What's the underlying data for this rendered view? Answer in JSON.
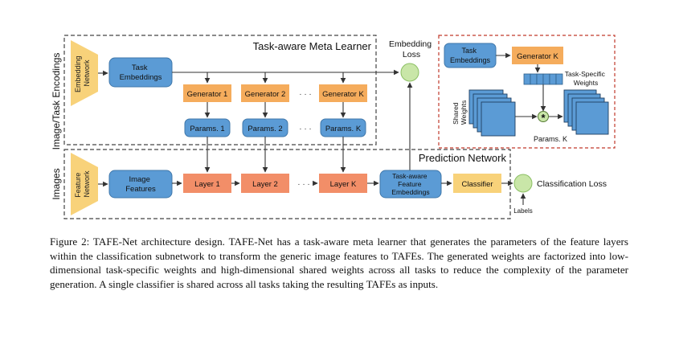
{
  "figure": {
    "meta_learner_title": "Task-aware Meta Learner",
    "prediction_title": "Prediction Network",
    "side_label_top": "Image/Task Encodings",
    "side_label_bottom": "Images",
    "embedding_network": [
      "Embedding",
      "Network"
    ],
    "feature_network": [
      "Feature",
      "Network"
    ],
    "task_embeddings": [
      "Task",
      "Embeddings"
    ],
    "image_features": [
      "Image",
      "Features"
    ],
    "generators": [
      "Generator 1",
      "Generator 2",
      "Generator K"
    ],
    "params": [
      "Params. 1",
      "Params. 2",
      "Params. K"
    ],
    "layers": [
      "Layer 1",
      "Layer 2",
      "Layer K"
    ],
    "ellipsis": "· · ·",
    "tafe": [
      "Task-aware",
      "Feature",
      "Embeddings"
    ],
    "classifier": "Classifier",
    "embedding_loss": [
      "Embedding",
      "Loss"
    ],
    "classification_loss": "Classification Loss",
    "labels": "Labels",
    "inset": {
      "task_embeddings": [
        "Task",
        "Embeddings"
      ],
      "generator": "Generator K",
      "task_specific_weights": [
        "Task-Specific",
        "Weights"
      ],
      "shared_weights": [
        "Shared",
        "Weights"
      ],
      "params": "Params. K",
      "operator": "*"
    }
  },
  "caption": "Figure 2: TAFE-Net architecture design. TAFE-Net has a task-aware meta learner that generates the parameters of the feature layers within the classification subnetwork to transform the generic image features to TAFEs. The generated weights are factorized into low-dimensional task-specific weights and high-dimensional shared weights across all tasks to reduce the complexity of the parameter generation. A single classifier is shared across all tasks taking the resulting TAFEs as inputs.",
  "colors": {
    "blue": "#5b9bd5",
    "blue_stroke": "#3f77aa",
    "orange": "#f5ac5c",
    "salmon": "#f28e68",
    "yellow": "#f8d27a",
    "green": "#c9e6a8",
    "dashed_red": "#c0392b"
  }
}
